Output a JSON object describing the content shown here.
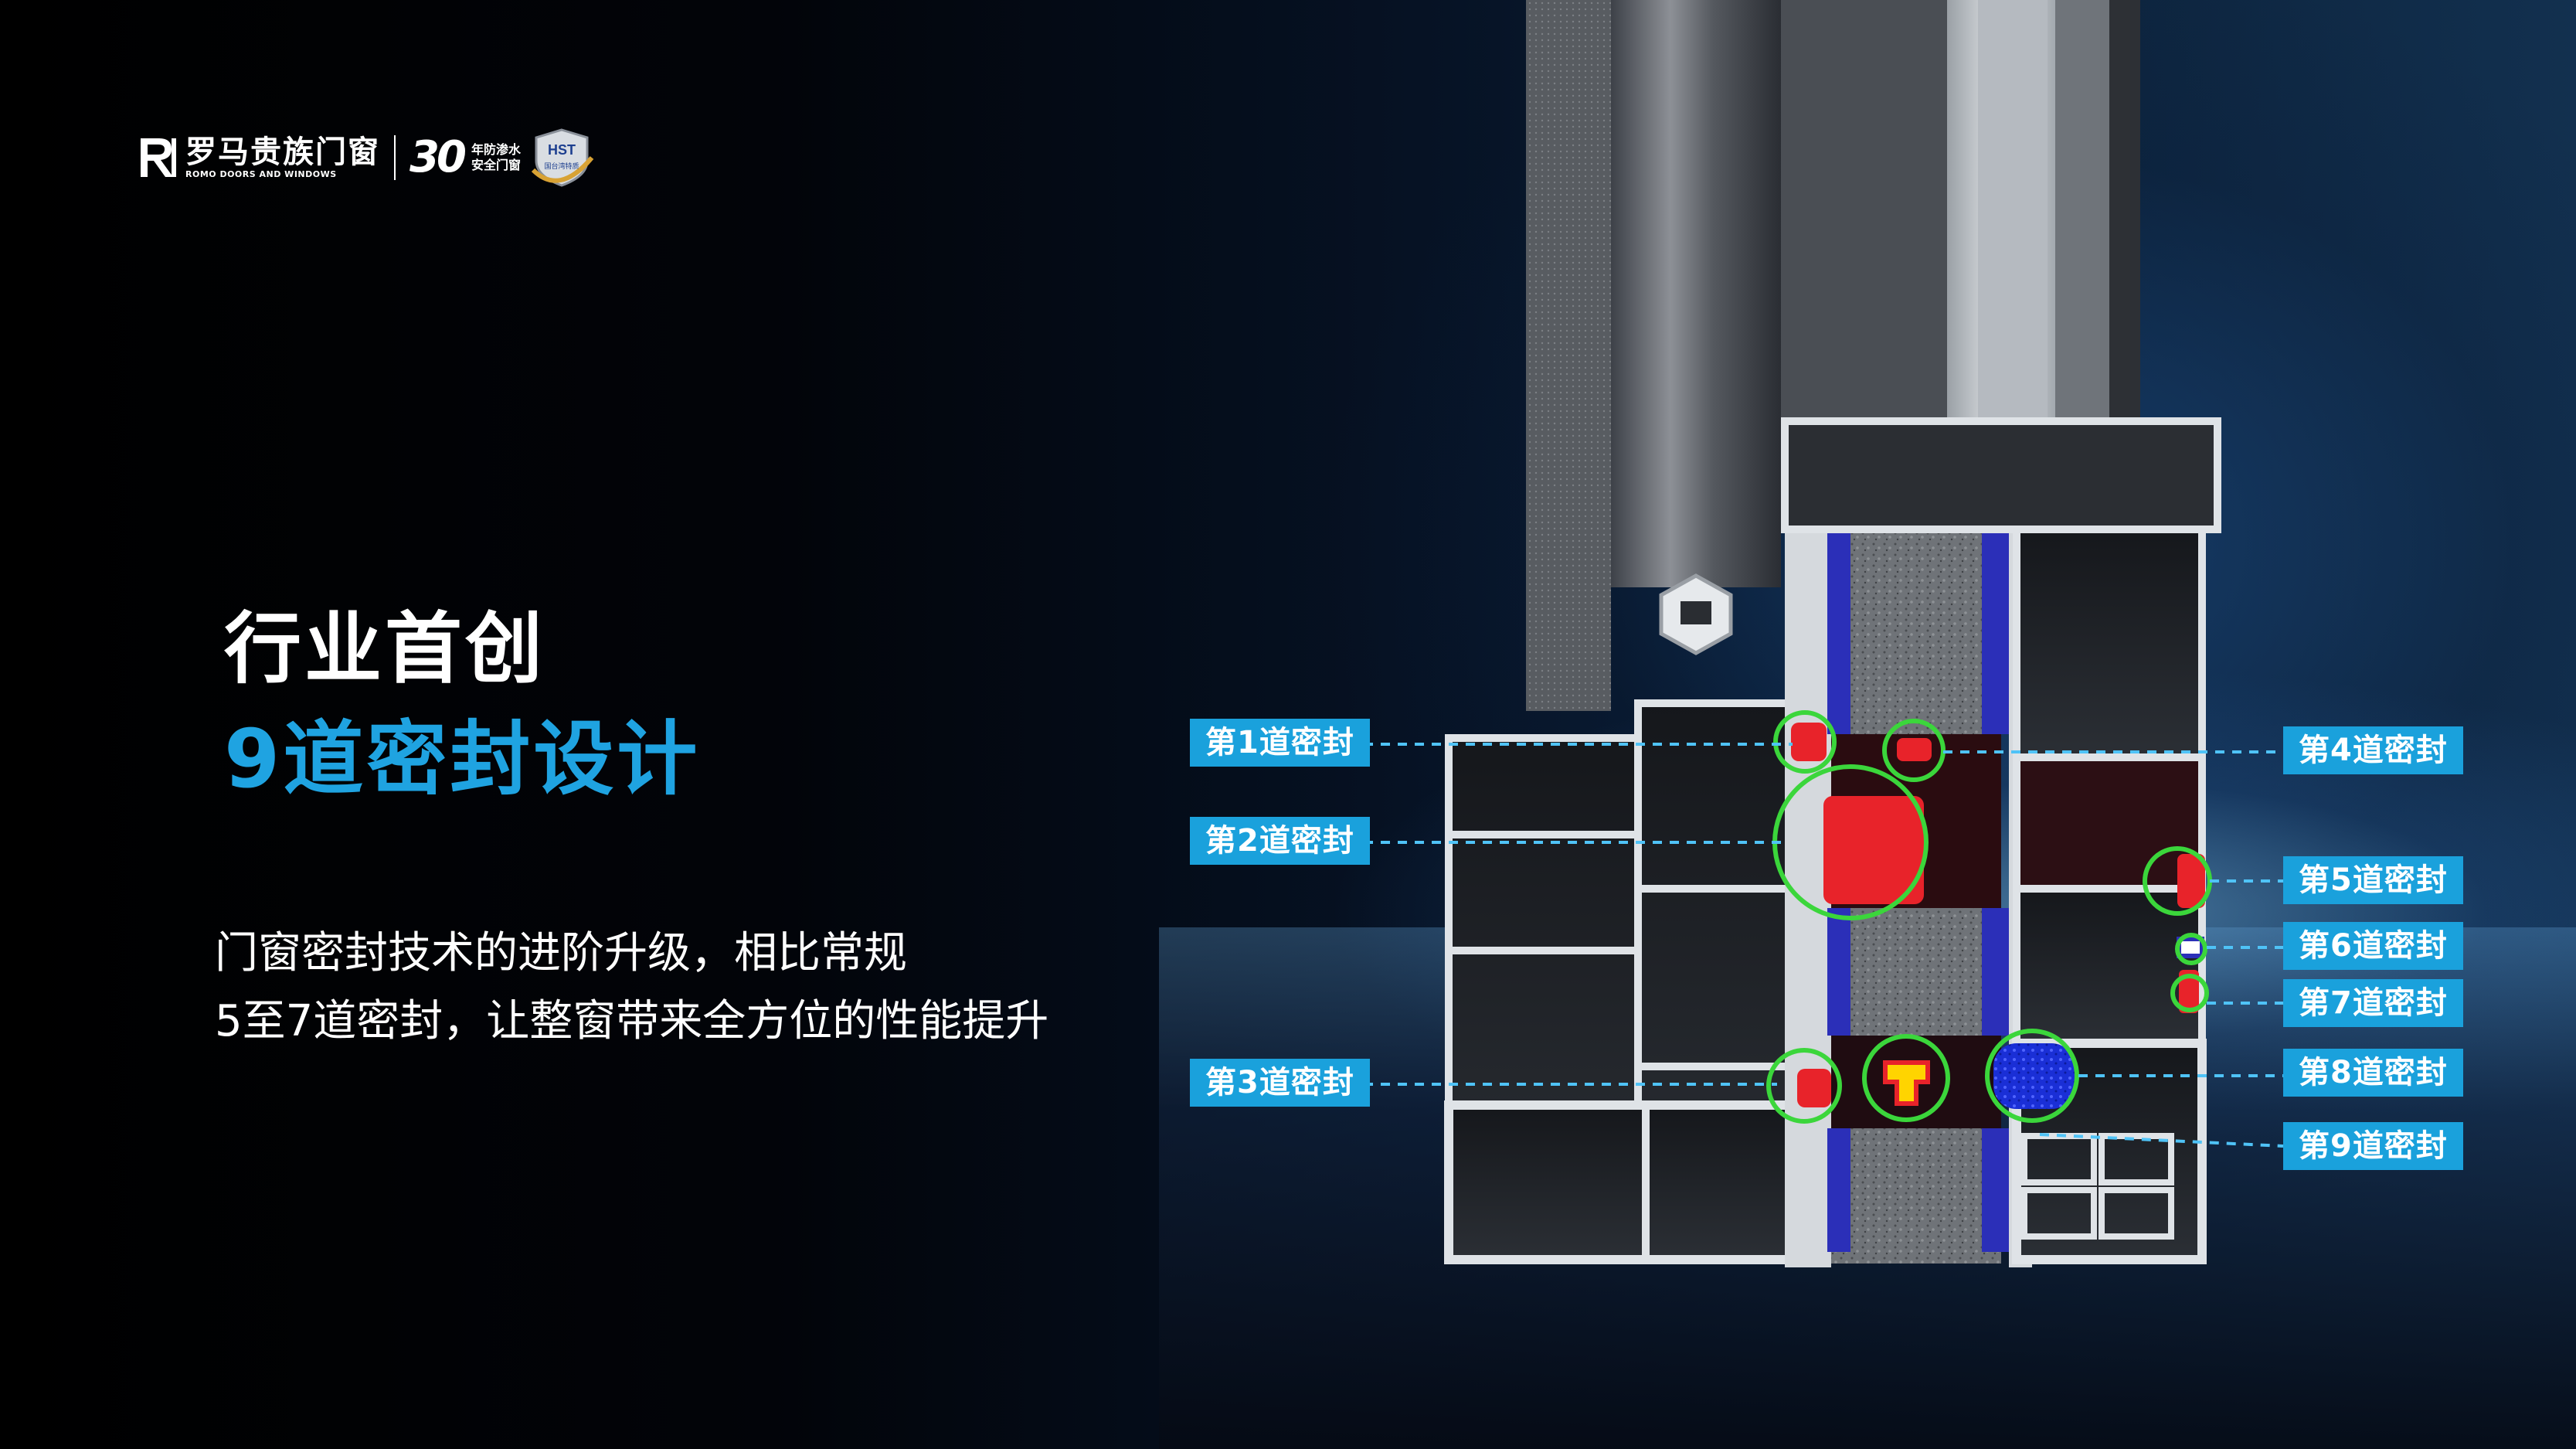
{
  "logo": {
    "mark": "R",
    "brand_cn": "罗马贵族门窗",
    "brand_en": "ROMO DOORS AND WINDOWS",
    "anniversary": "30",
    "anniversary_line1": "年防渗水",
    "anniversary_line2": "安全门窗",
    "badge_text": "HST",
    "badge_sub": "国台湾特质"
  },
  "headline": {
    "line1": "行业首创",
    "line2": "9道密封设计"
  },
  "description": {
    "line1": "门窗密封技术的进阶升级，相比常规",
    "line2": "5至7道密封，让整窗带来全方位的性能提升"
  },
  "seal_labels": {
    "s1": "第1道密封",
    "s2": "第2道密封",
    "s3": "第3道密封",
    "s4": "第4道密封",
    "s5": "第5道密封",
    "s6": "第6道密封",
    "s7": "第7道密封",
    "s8": "第8道密封",
    "s9": "第9道密封"
  },
  "colors": {
    "accent": "#1fa3e1",
    "label_bg": "#1aa1dc",
    "seal_red": "#e8232a",
    "highlight_green": "#3bd63b",
    "gasket_blue": "#2b2fb8",
    "profile_silver": "#c9cdd2"
  }
}
